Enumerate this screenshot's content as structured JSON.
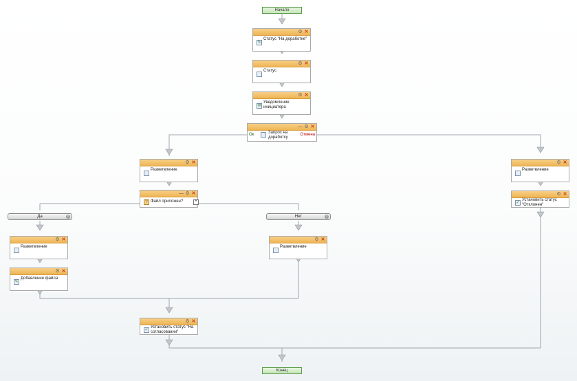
{
  "colors": {
    "header": "#efb454",
    "line": "#9ba5ad",
    "arrow": "#c2c7cb",
    "close": "#c23c1a",
    "cancel_label": "#b30000",
    "start_end": "#c4e6b8"
  },
  "terminals": {
    "start": "Начало",
    "end": "Конец"
  },
  "nodes": {
    "status_in_dev": {
      "label": "Статус \"На доработке\"",
      "icon": "edit-icon"
    },
    "status": {
      "label": "Статус",
      "icon": "task-icon"
    },
    "notify_initiator": {
      "label": "Уведомление инициатора",
      "icon": "notify-icon"
    },
    "request_rework": {
      "label": "Запрос на доработку",
      "icon": "task-icon",
      "outcomes": [
        "Ок",
        "Отмена"
      ]
    },
    "fork_left": {
      "label": "Разветвление",
      "icon": "fork-icon"
    },
    "file_attached": {
      "label": "Файл приложен?",
      "icon": "condition-icon"
    },
    "branch_yes": {
      "label": "Да"
    },
    "branch_no": {
      "label": "Нет"
    },
    "fork_yes": {
      "label": "Разветвление",
      "icon": "fork-icon"
    },
    "add_file": {
      "label": "Добавление файла",
      "icon": "edit-icon"
    },
    "fork_no": {
      "label": "Разветвление",
      "icon": "fork-icon"
    },
    "set_status_approval": {
      "label": "Установить статус \"На согласовании\"",
      "icon": "check-icon"
    },
    "fork_right": {
      "label": "Разветвление",
      "icon": "fork-icon"
    },
    "set_status_rejected": {
      "label": "Установить статус \"Отклонен\"",
      "icon": "check-icon"
    }
  }
}
